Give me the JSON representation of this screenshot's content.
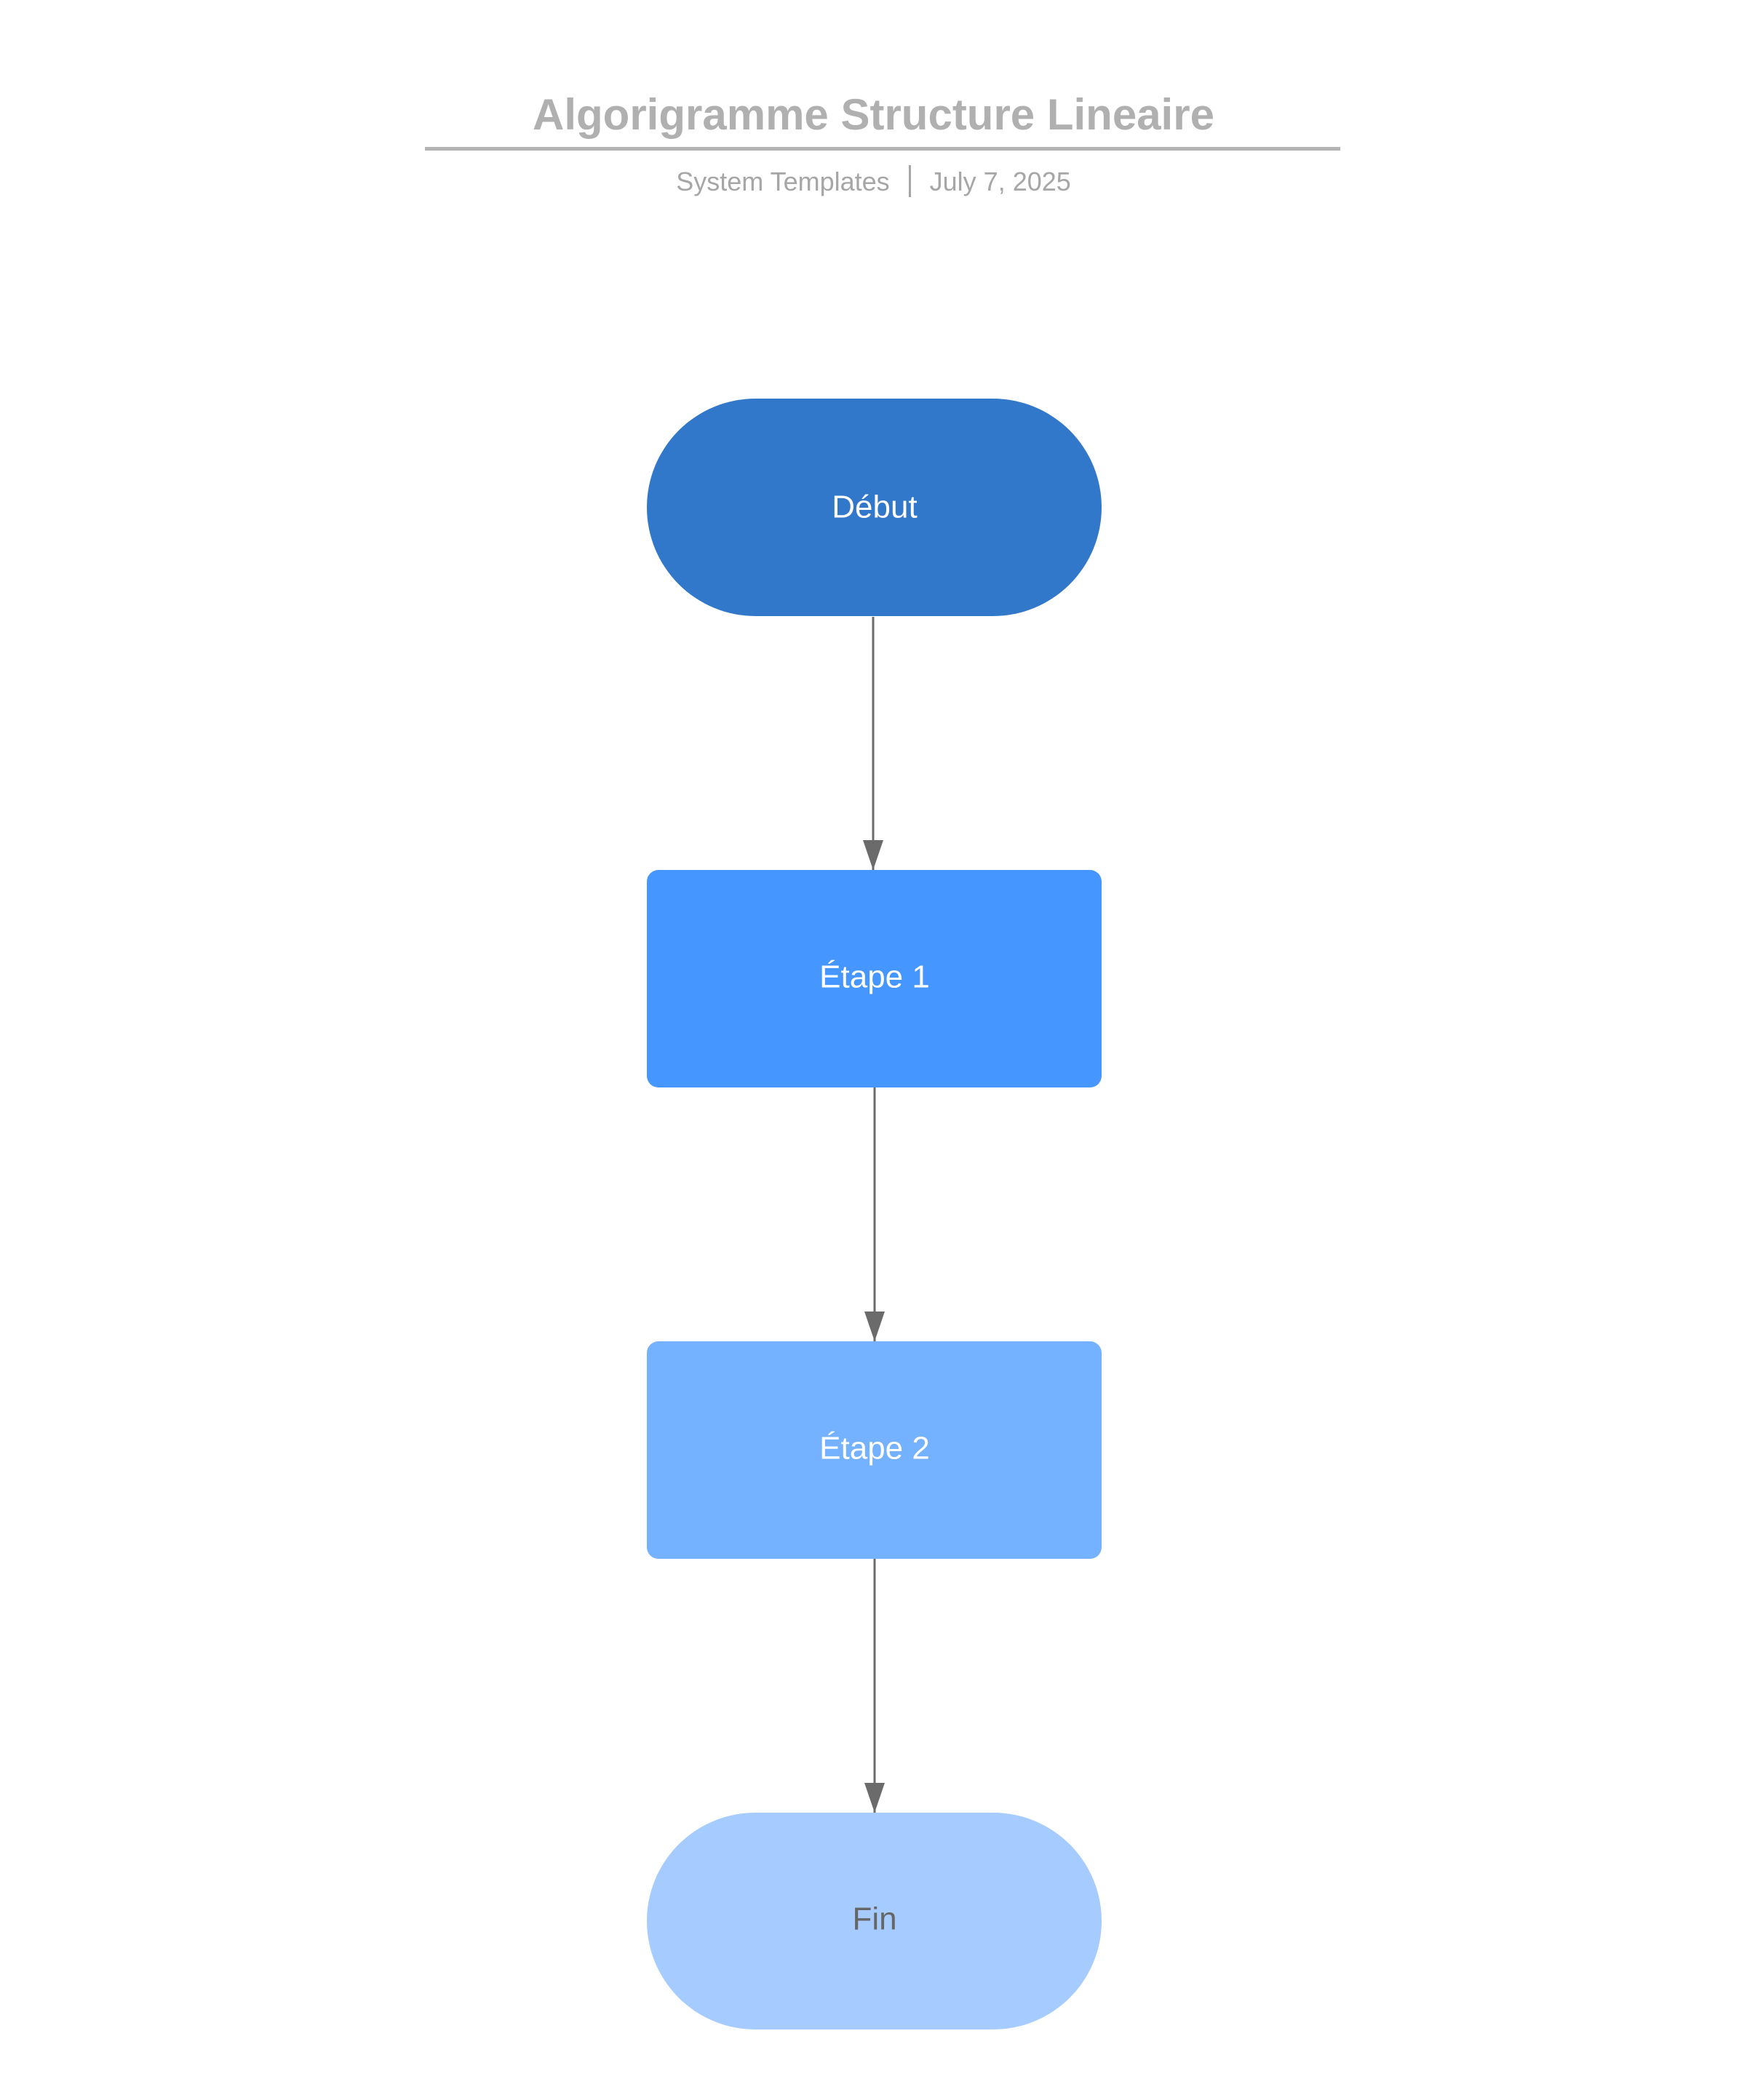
{
  "header": {
    "title": "Algorigramme Structure Lineaire",
    "author": "System Templates",
    "date": "July 7, 2025"
  },
  "nodes": [
    {
      "id": "debut",
      "label": "Début",
      "shape": "terminator",
      "fill": "#3278CA",
      "text_color": "#FFFFFF"
    },
    {
      "id": "etape1",
      "label": "Étape 1",
      "shape": "process",
      "fill": "#4596FF",
      "text_color": "#FFFFFF"
    },
    {
      "id": "etape2",
      "label": "Étape 2",
      "shape": "process",
      "fill": "#74B1FF",
      "text_color": "#FFFFFF"
    },
    {
      "id": "fin",
      "label": "Fin",
      "shape": "terminator",
      "fill": "#A6CCFF",
      "text_color": "#666666"
    }
  ],
  "edges": [
    {
      "from": "debut",
      "to": "etape1"
    },
    {
      "from": "etape1",
      "to": "etape2"
    },
    {
      "from": "etape2",
      "to": "fin"
    }
  ],
  "colors": {
    "edge": "#6B6B6B",
    "title": "#B0B0B0",
    "meta": "#A6A6A6"
  }
}
